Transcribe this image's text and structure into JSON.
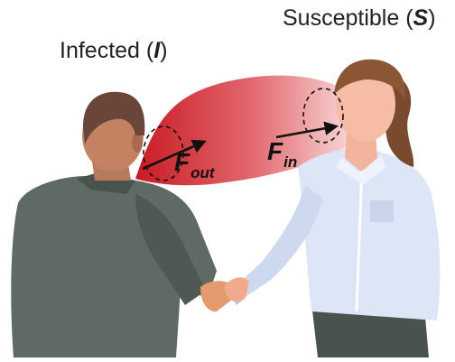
{
  "labels": {
    "infected_text": "Infected (",
    "infected_symbol": "I",
    "infected_close": ")",
    "susceptible_text": "Susceptible (",
    "susceptible_symbol": "S",
    "susceptible_close": ")"
  },
  "fluxes": {
    "out_symbol": "F",
    "out_subscript": "out",
    "in_symbol": "F",
    "in_subscript": "in"
  },
  "colors": {
    "cloud_start": "#c91a22",
    "cloud_end": "#f6c9c9",
    "male_jacket": "#5f6a64",
    "female_shirt": "#dce6f6"
  }
}
